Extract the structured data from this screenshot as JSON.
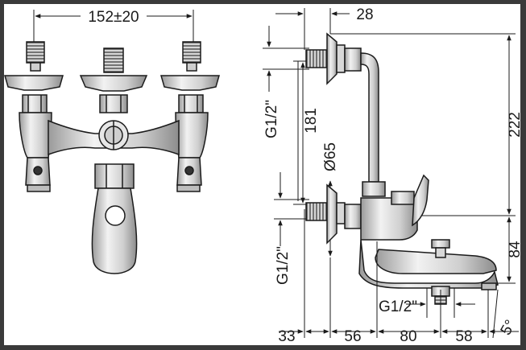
{
  "drawing": {
    "front_view": {
      "top_dimension": "152±20"
    },
    "side_view": {
      "top_offset": "28",
      "vertical_height": "222",
      "pipe_length": "181",
      "thread_upper": "G1/2\"",
      "thread_lower": "G1/2\"",
      "flange_diameter": "Ø65",
      "spout_height": "84",
      "outlet_thread": "G1/2\"",
      "bottom_dims": [
        "33",
        "56",
        "80",
        "58"
      ],
      "angle": "5°"
    }
  },
  "colors": {
    "frame": "#3a3a3a",
    "paper": "#ffffff",
    "line": "#1b1b1b",
    "metal_light": "#e3e3e3",
    "metal_dark": "#8a8a8a"
  }
}
